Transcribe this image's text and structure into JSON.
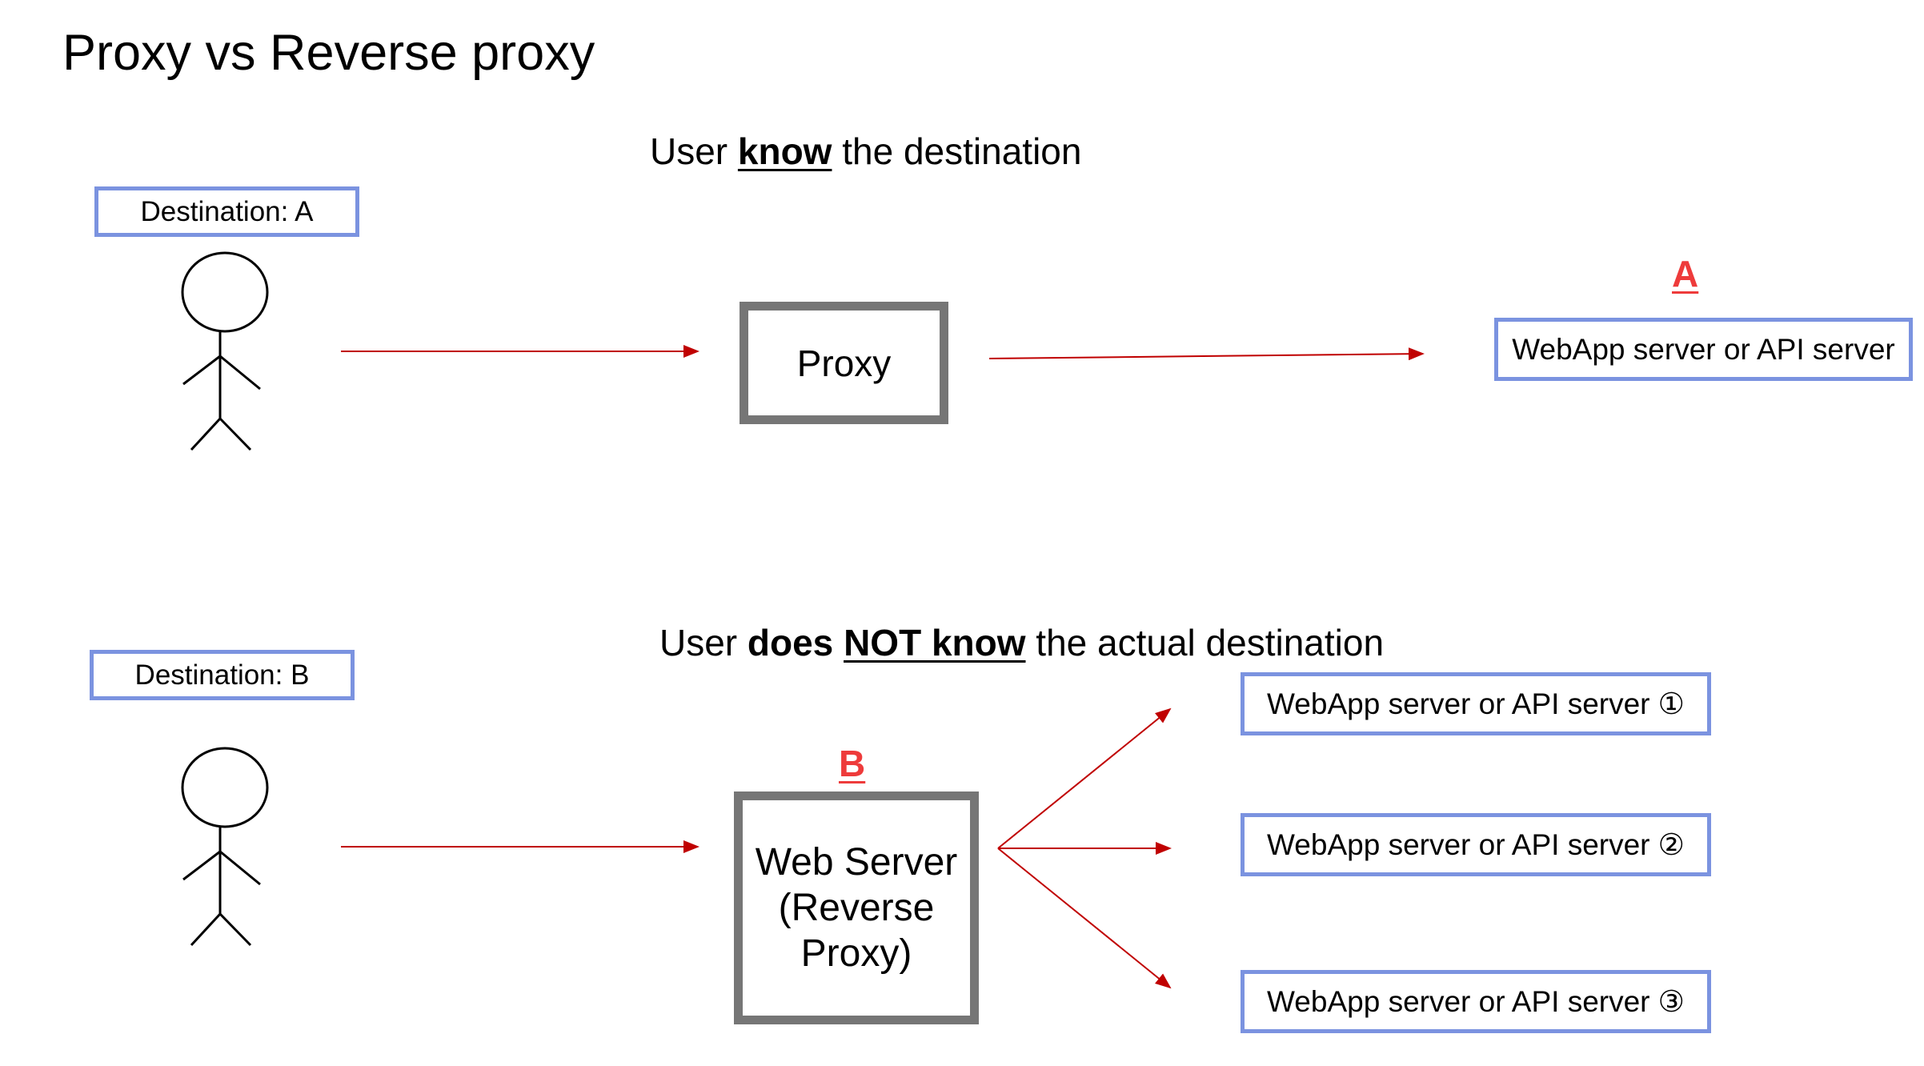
{
  "title": "Proxy vs Reverse proxy",
  "section_proxy": {
    "caption_pre": "User ",
    "caption_emph": "know",
    "caption_post": " the destination",
    "destination_label": "Destination: A",
    "proxy_label": "Proxy",
    "target_marker": "A",
    "server_label": "WebApp server or API server"
  },
  "section_reverse": {
    "caption_pre": "User ",
    "caption_bold": "does ",
    "caption_emph": "NOT know",
    "caption_post": " the actual destination",
    "destination_label": "Destination: B",
    "webserver_marker": "B",
    "webserver_line1": "Web Server",
    "webserver_line2": "(Reverse",
    "webserver_line3": "Proxy)",
    "servers": [
      "WebApp server or API server ①",
      "WebApp server or API server ②",
      "WebApp server or API server ③"
    ]
  },
  "colors": {
    "arrow": "#c00000",
    "box_border_blue": "#7b93e0",
    "box_border_grey": "#767676",
    "marker": "#ee3b3b"
  }
}
